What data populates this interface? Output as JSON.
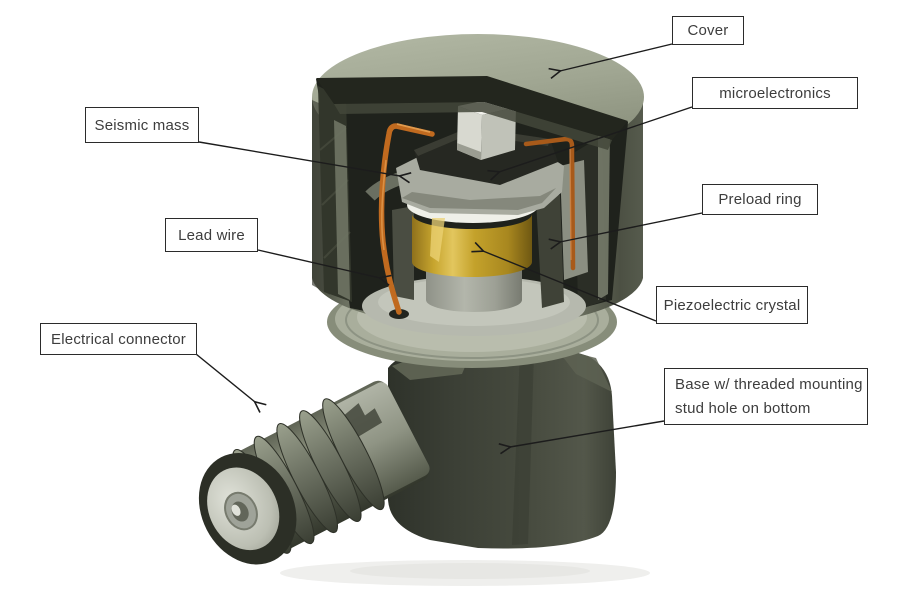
{
  "figure": {
    "type": "labeled-cutaway-illustration"
  },
  "callouts": {
    "cover": {
      "text": "Cover"
    },
    "microelectronics": {
      "text": "microelectronics"
    },
    "seismic_mass": {
      "text": "Seismic mass"
    },
    "preload_ring": {
      "text": "Preload ring"
    },
    "lead_wire": {
      "text": "Lead wire"
    },
    "piezoelectric_crystal": {
      "text": "Piezoelectric crystal"
    },
    "electrical_connector": {
      "text": "Electrical connector"
    },
    "base": {
      "line1": "Base w/ threaded mounting",
      "line2": "stud hole on bottom"
    }
  },
  "colors": {
    "background": "#ffffff",
    "label_border": "#2b2b2b",
    "label_text": "#3d3d3d",
    "arrow": "#1c1c1c",
    "cover_olive": "#9ba08c",
    "cut_dark": "#20231c",
    "crystal_gold": "#c7a52e",
    "lead_wire_copper": "#c06a1f",
    "seismic_mass_gray": "#a8aba0",
    "base_dark_olive": "#42463a",
    "connector_silver": "#c9cbc1"
  }
}
